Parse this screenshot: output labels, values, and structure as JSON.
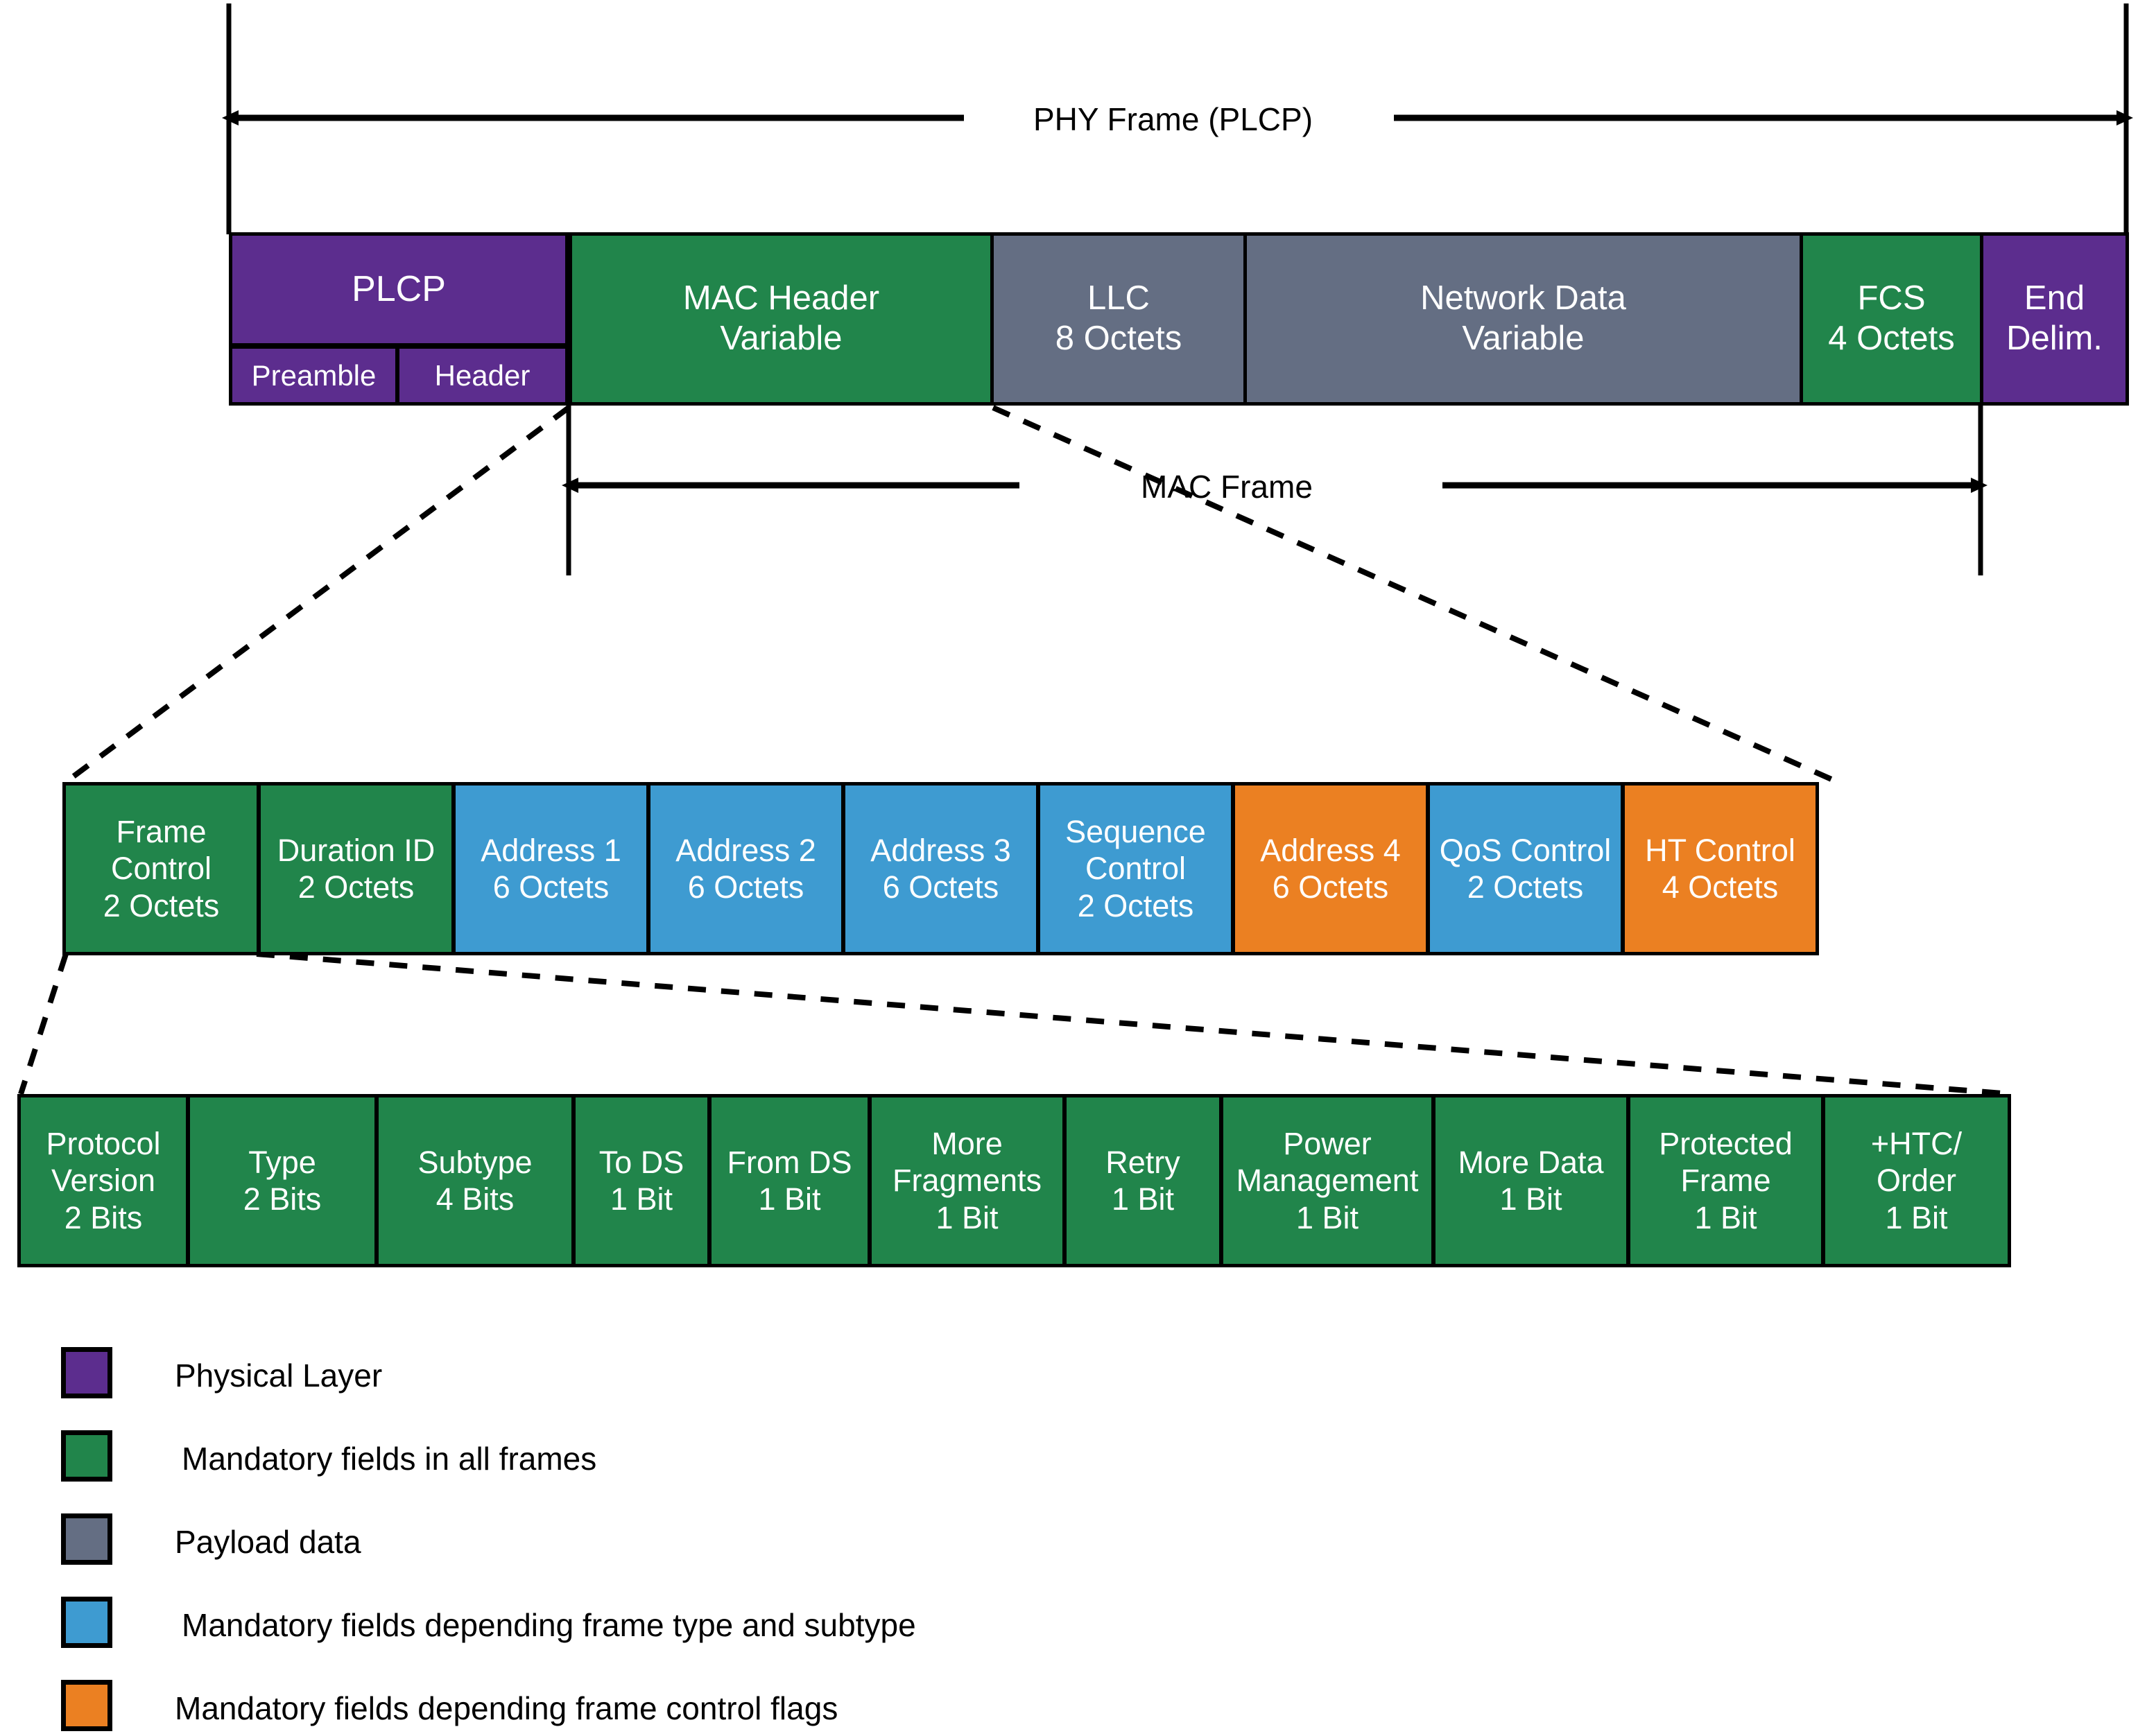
{
  "palette": {
    "physical_layer": "#5C2D8E",
    "mandatory_all": "#21854B",
    "payload": "#646E83",
    "depends_type_subtype": "#3E9BD1",
    "depends_flags": "#EB8022",
    "outline": "#000000",
    "text_on_fill": "#FFFFFF",
    "background": "#FFFFFF"
  },
  "annotations": {
    "phy_frame_label": "PHY Frame (PLCP)",
    "mac_frame_label": "MAC Frame"
  },
  "phy_frame": {
    "cells": [
      {
        "id": "plcp",
        "lines": [
          "PLCP"
        ],
        "color_key": "physical_layer"
      },
      {
        "id": "preamble",
        "lines": [
          "Preamble"
        ],
        "color_key": "physical_layer"
      },
      {
        "id": "header",
        "lines": [
          "Header"
        ],
        "color_key": "physical_layer"
      },
      {
        "id": "mac-header",
        "lines": [
          "MAC Header",
          "Variable"
        ],
        "color_key": "mandatory_all"
      },
      {
        "id": "llc",
        "lines": [
          "LLC",
          "8 Octets"
        ],
        "color_key": "payload"
      },
      {
        "id": "network-data",
        "lines": [
          "Network Data",
          "Variable"
        ],
        "color_key": "payload"
      },
      {
        "id": "fcs",
        "lines": [
          "FCS",
          "4 Octets"
        ],
        "color_key": "mandatory_all"
      },
      {
        "id": "end-delim",
        "lines": [
          "End",
          "Delim."
        ],
        "color_key": "physical_layer"
      }
    ]
  },
  "mac_header": {
    "cells": [
      {
        "id": "frame-control",
        "lines": [
          "Frame",
          "Control",
          "2 Octets"
        ],
        "color_key": "mandatory_all"
      },
      {
        "id": "duration-id",
        "lines": [
          "Duration ID",
          "2 Octets"
        ],
        "color_key": "mandatory_all"
      },
      {
        "id": "address-1",
        "lines": [
          "Address 1",
          "6 Octets"
        ],
        "color_key": "depends_type_subtype"
      },
      {
        "id": "address-2",
        "lines": [
          "Address 2",
          "6 Octets"
        ],
        "color_key": "depends_type_subtype"
      },
      {
        "id": "address-3",
        "lines": [
          "Address 3",
          "6 Octets"
        ],
        "color_key": "depends_type_subtype"
      },
      {
        "id": "sequence-control",
        "lines": [
          "Sequence",
          "Control",
          "2 Octets"
        ],
        "color_key": "depends_type_subtype"
      },
      {
        "id": "address-4",
        "lines": [
          "Address 4",
          "6 Octets"
        ],
        "color_key": "depends_flags"
      },
      {
        "id": "qos-control",
        "lines": [
          "QoS Control",
          "2 Octets"
        ],
        "color_key": "depends_type_subtype"
      },
      {
        "id": "ht-control",
        "lines": [
          "HT Control",
          "4 Octets"
        ],
        "color_key": "depends_flags"
      }
    ]
  },
  "frame_control": {
    "cells": [
      {
        "id": "protocol-version",
        "lines": [
          "Protocol",
          "Version",
          "2 Bits"
        ],
        "color_key": "mandatory_all"
      },
      {
        "id": "type",
        "lines": [
          "Type",
          "2 Bits"
        ],
        "color_key": "mandatory_all"
      },
      {
        "id": "subtype",
        "lines": [
          "Subtype",
          "4 Bits"
        ],
        "color_key": "mandatory_all"
      },
      {
        "id": "to-ds",
        "lines": [
          "To DS",
          "1 Bit"
        ],
        "color_key": "mandatory_all"
      },
      {
        "id": "from-ds",
        "lines": [
          "From DS",
          "1 Bit"
        ],
        "color_key": "mandatory_all"
      },
      {
        "id": "more-fragments",
        "lines": [
          "More",
          "Fragments",
          "1 Bit"
        ],
        "color_key": "mandatory_all"
      },
      {
        "id": "retry",
        "lines": [
          "Retry",
          "1 Bit"
        ],
        "color_key": "mandatory_all"
      },
      {
        "id": "power-management",
        "lines": [
          "Power",
          "Management",
          "1 Bit"
        ],
        "color_key": "mandatory_all"
      },
      {
        "id": "more-data",
        "lines": [
          "More Data",
          "1 Bit"
        ],
        "color_key": "mandatory_all"
      },
      {
        "id": "protected-frame",
        "lines": [
          "Protected",
          "Frame",
          "1 Bit"
        ],
        "color_key": "mandatory_all"
      },
      {
        "id": "htc-order",
        "lines": [
          "+HTC/",
          "Order",
          "1 Bit"
        ],
        "color_key": "mandatory_all"
      }
    ]
  },
  "legend": {
    "items": [
      {
        "id": "physical-layer",
        "label": "Physical Layer",
        "color": "#5C2D8E"
      },
      {
        "id": "mandatory-all-frames",
        "label": "Mandatory fields in all frames",
        "color": "#21854B"
      },
      {
        "id": "payload-data",
        "label": "Payload data",
        "color": "#646E83"
      },
      {
        "id": "depends-type-subtype",
        "label": "Mandatory fields depending frame type and subtype",
        "color": "#3E9BD1"
      },
      {
        "id": "depends-control-flags",
        "label": "Mandatory fields depending frame control flags",
        "color": "#EB8022"
      }
    ]
  }
}
